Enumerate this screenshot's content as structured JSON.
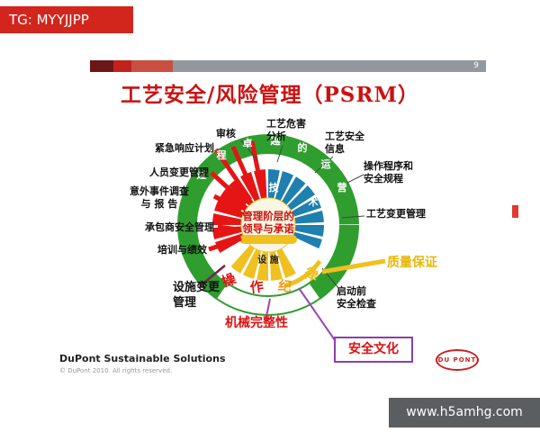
{
  "banners": {
    "top": "TG: MYYJJPP",
    "bottom": "www.h5amhg.com"
  },
  "slide": {
    "page_number": "9",
    "title": "工艺安全/风险管理（PSRM）",
    "footer_brand": "DuPont Sustainable Solutions",
    "footer_copyright": "© DuPont 2010. All rights reserved.",
    "logo_text": "DU PONT"
  },
  "wheel": {
    "center_line1": "管理阶层的",
    "center_line2": "领导与承诺",
    "ring_chars": [
      "过",
      "程",
      "卓",
      "越",
      "的",
      "运",
      "营"
    ],
    "tech_char1": "技",
    "tech_char2": "术",
    "facility_label": "设 施",
    "discipline": [
      "操",
      "作",
      "纪",
      "律"
    ]
  },
  "labels": {
    "emergency": "紧急响应计划",
    "personnel_change": "人员变更管理",
    "incident": "意外事件调查\n与 报 告",
    "contractor": "承包商安全管理",
    "training": "培训与绩效",
    "facility_change": "设施变更\n管理",
    "audit": "审核",
    "pha": "工艺危害\n分析",
    "psi": "工艺安全\n信息",
    "procedures": "操作程序和\n安全规程",
    "moc": "工艺变更管理",
    "qa": "质量保证",
    "pssr": "启动前\n安全检查",
    "mi": "机械完整性",
    "culture": "安全文化"
  },
  "colors": {
    "title_red": "#cc1111",
    "ring_green": "#2f9e2f",
    "sector_red": "#e51515",
    "sector_blue": "#1f7fae",
    "sector_yellow": "#f0c020",
    "highlight_purple": "#9a4ab0",
    "banner_red": "#d2261c",
    "banner_gray": "#5a5e61"
  }
}
